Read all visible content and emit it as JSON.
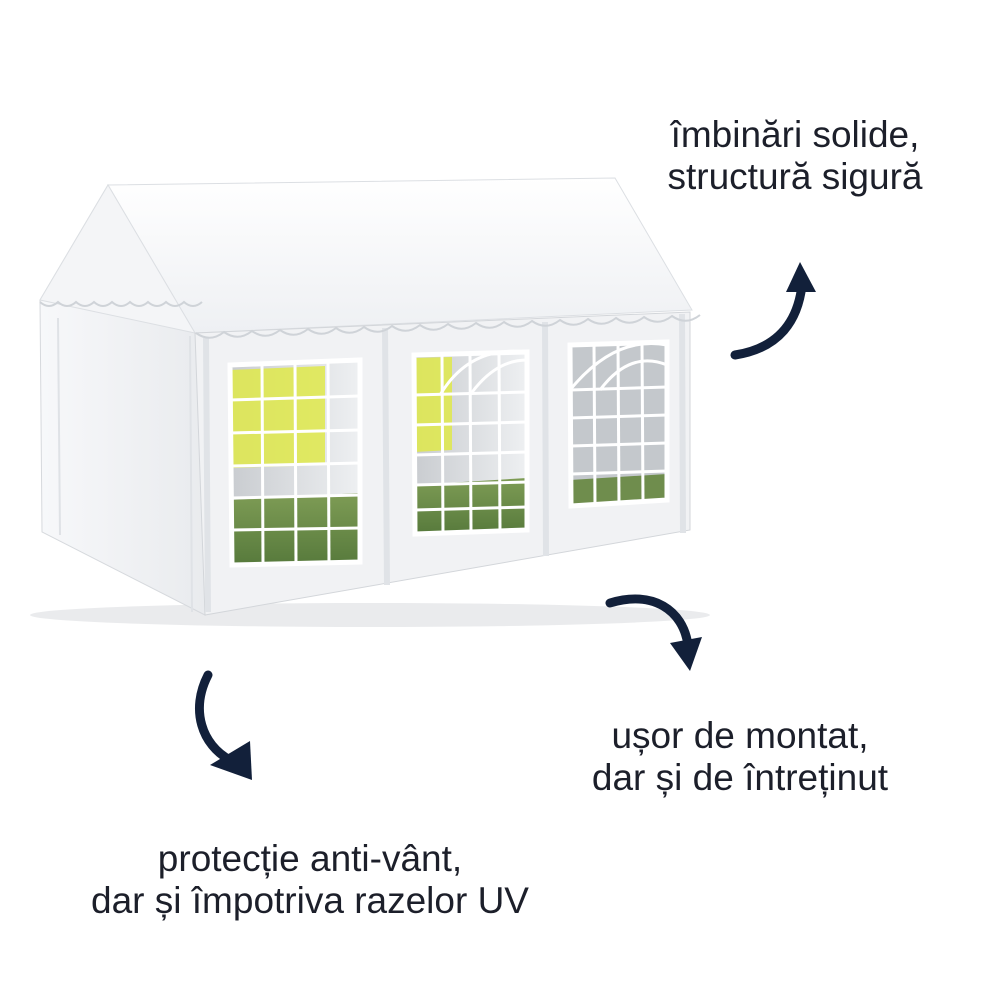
{
  "captions": {
    "top": {
      "line1": "îmbinări solide,",
      "line2": "structură sigură"
    },
    "right": {
      "line1": "ușor de montat,",
      "line2": "dar și de întreținut"
    },
    "left": {
      "line1": "protecție anti-vânt,",
      "line2": "dar și împotriva razelor UV"
    }
  },
  "colors": {
    "text": "#1c1f2a",
    "arrow": "#12203a",
    "tent_roof": "#f3f4f6",
    "tent_wall": "#eceef1",
    "window_grass": "#6a8a48",
    "window_light": "#dfe94a"
  },
  "icons": [
    "arrow-up-right-icon",
    "arrow-down-right-icon",
    "arrow-down-icon"
  ]
}
